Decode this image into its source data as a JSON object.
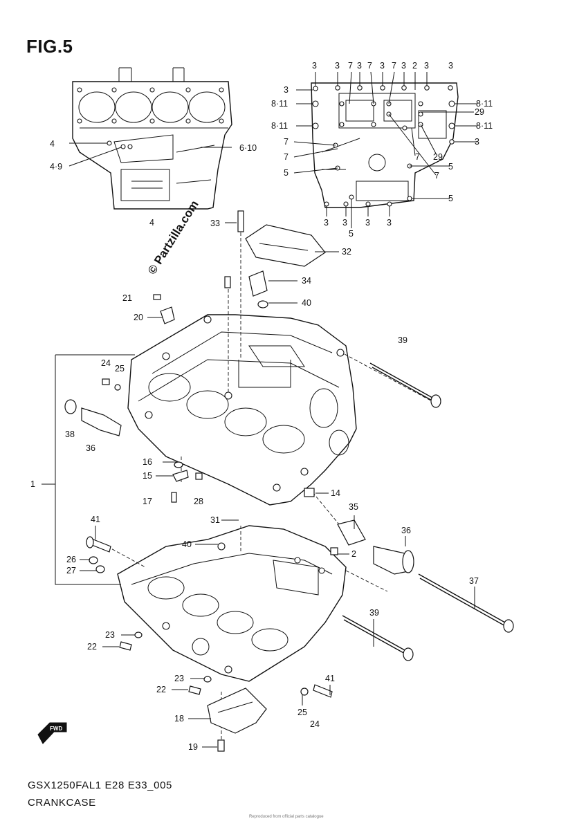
{
  "header": {
    "figure_label": "FIG.5"
  },
  "footer": {
    "model_code": "GSX1250FAL1 E28 E33_005",
    "section_name": "CRANKCASE",
    "fineprint": "Reproduced from official parts catalogue"
  },
  "watermark": {
    "text": "© Partzilla.com"
  },
  "fwd_marker": {
    "label": "FWD"
  },
  "callouts": {
    "top_left": [
      "4",
      "4·9",
      "6·10",
      "4"
    ],
    "top_right_top_row": [
      "3",
      "3",
      "7",
      "3",
      "7",
      "3",
      "7",
      "3",
      "2",
      "3",
      "3"
    ],
    "top_right_left": [
      "3",
      "8·11",
      "8·11",
      "7",
      "7",
      "5"
    ],
    "top_right_right": [
      "8·11",
      "29",
      "8·11",
      "3",
      "29",
      "7",
      "5",
      "7",
      "5"
    ],
    "top_right_bottom": [
      "3",
      "3",
      "5",
      "3",
      "3"
    ],
    "upper_case": [
      "33",
      "32",
      "34",
      "21",
      "40",
      "20",
      "39",
      "24",
      "25",
      "38",
      "36",
      "16",
      "15",
      "17",
      "28",
      "14",
      "1"
    ],
    "lower_case": [
      "41",
      "31",
      "40",
      "35",
      "36",
      "2",
      "26",
      "27",
      "37",
      "39",
      "23",
      "22",
      "23",
      "22",
      "41",
      "25",
      "24",
      "18",
      "19"
    ]
  }
}
